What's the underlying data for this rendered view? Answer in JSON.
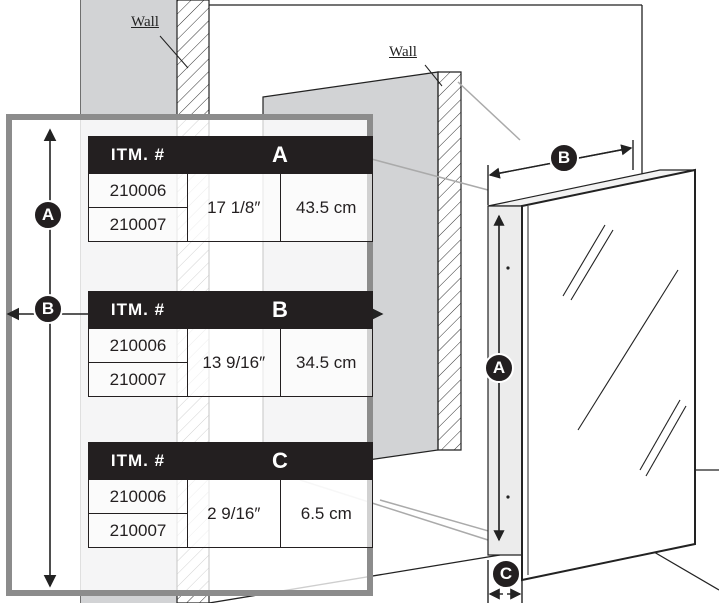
{
  "walls": {
    "label_left": "Wall",
    "label_right": "Wall"
  },
  "badges": {
    "a": "A",
    "b": "B",
    "c": "C"
  },
  "tables": {
    "a": {
      "col_item": "ITM. #",
      "col_dim": "A",
      "items": [
        "210006",
        "210007"
      ],
      "imperial": "17 1/8″",
      "metric": "43.5 cm"
    },
    "b": {
      "col_item": "ITM. #",
      "col_dim": "B",
      "items": [
        "210006",
        "210007"
      ],
      "imperial": "13 9/16″",
      "metric": "34.5 cm"
    },
    "c": {
      "col_item": "ITM. #",
      "col_dim": "C",
      "items": [
        "210006",
        "210007"
      ],
      "imperial": "2 9/16″",
      "metric": "6.5 cm"
    }
  }
}
